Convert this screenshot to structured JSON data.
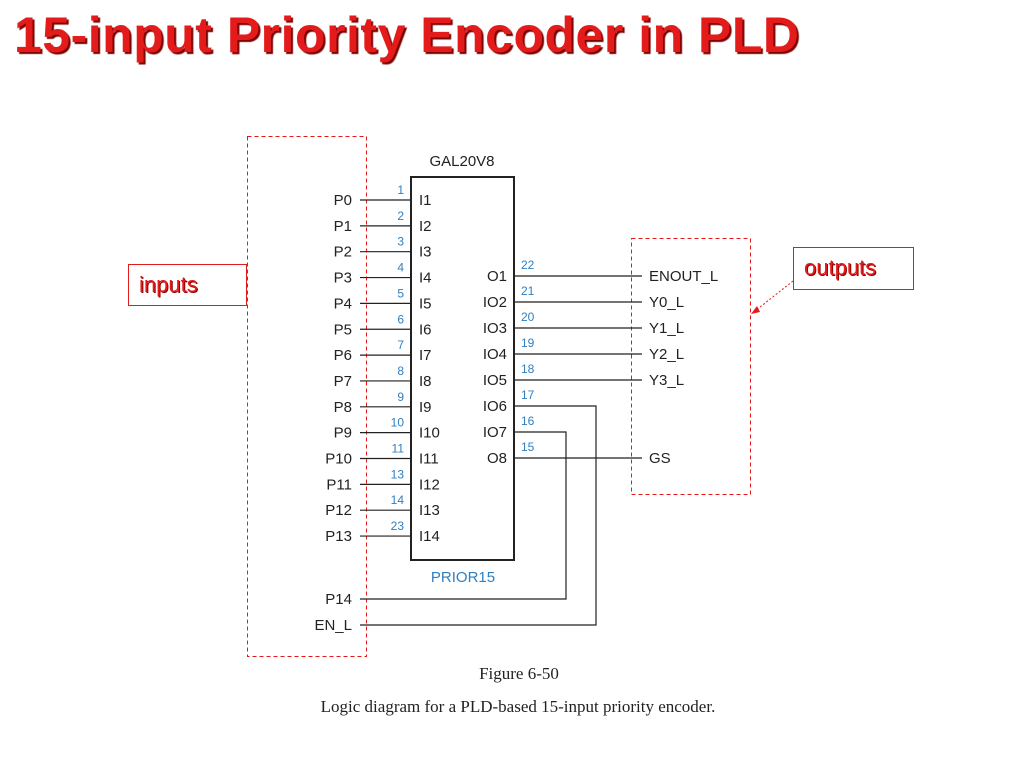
{
  "slide": {
    "title": "15-input Priority Encoder in PLD"
  },
  "callouts": {
    "inputs": "inputs",
    "outputs": "outputs"
  },
  "chip": {
    "part": "GAL20V8",
    "name": "PRIOR15"
  },
  "inputs": [
    {
      "signal": "P0",
      "pin": "1",
      "port": "I1"
    },
    {
      "signal": "P1",
      "pin": "2",
      "port": "I2"
    },
    {
      "signal": "P2",
      "pin": "3",
      "port": "I3"
    },
    {
      "signal": "P3",
      "pin": "4",
      "port": "I4"
    },
    {
      "signal": "P4",
      "pin": "5",
      "port": "I5"
    },
    {
      "signal": "P5",
      "pin": "6",
      "port": "I6"
    },
    {
      "signal": "P6",
      "pin": "7",
      "port": "I7"
    },
    {
      "signal": "P7",
      "pin": "8",
      "port": "I8"
    },
    {
      "signal": "P8",
      "pin": "9",
      "port": "I9"
    },
    {
      "signal": "P9",
      "pin": "10",
      "port": "I10"
    },
    {
      "signal": "P10",
      "pin": "11",
      "port": "I11"
    },
    {
      "signal": "P11",
      "pin": "13",
      "port": "I12"
    },
    {
      "signal": "P12",
      "pin": "14",
      "port": "I13"
    },
    {
      "signal": "P13",
      "pin": "23",
      "port": "I14"
    }
  ],
  "outputs": [
    {
      "port": "O1",
      "pin": "22",
      "signal": "ENOUT_L"
    },
    {
      "port": "IO2",
      "pin": "21",
      "signal": "Y0_L"
    },
    {
      "port": "IO3",
      "pin": "20",
      "signal": "Y1_L"
    },
    {
      "port": "IO4",
      "pin": "19",
      "signal": "Y2_L"
    },
    {
      "port": "IO5",
      "pin": "18",
      "signal": "Y3_L"
    },
    {
      "port": "IO6",
      "pin": "17",
      "signal": ""
    },
    {
      "port": "IO7",
      "pin": "16",
      "signal": ""
    },
    {
      "port": "O8",
      "pin": "15",
      "signal": "GS"
    }
  ],
  "feedback_inputs": [
    {
      "signal": "P14",
      "connects_to": "IO7"
    },
    {
      "signal": "EN_L",
      "connects_to": "IO6"
    }
  ],
  "figure": {
    "number": "Figure 6-50",
    "caption": "Logic diagram for a PLD-based 15-input priority encoder."
  },
  "colors": {
    "title": "#e31b1b",
    "callout": "#e31b1b",
    "pin_number": "#2f7fc1",
    "chip_name": "#2f7fc1",
    "wire": "#222222",
    "dashed_box": "#e31b1b"
  }
}
